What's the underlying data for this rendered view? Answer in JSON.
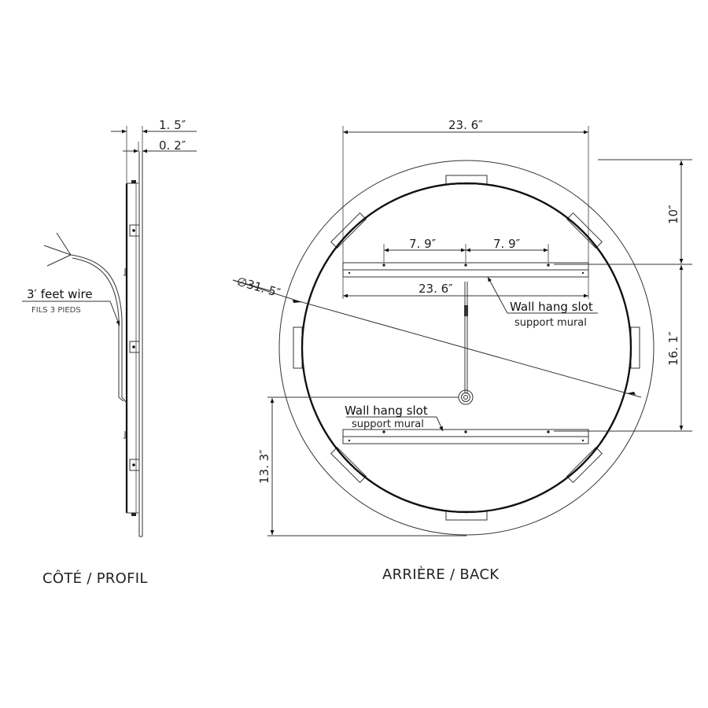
{
  "profile_view": {
    "caption": "CÔTÉ / PROFIL",
    "dim_depth_total": "1. 5″",
    "dim_glass": "0. 2″",
    "wire_label": "3′ feet wire",
    "wire_label_fr": "FILS 3 PIEDS"
  },
  "back_view": {
    "caption": "ARRIÈRE / BACK",
    "dim_overall_width": "23. 6″",
    "dim_diameter": "∅31. 5″",
    "dim_hole_spacing_left": "7. 9″",
    "dim_hole_spacing_right": "7. 9″",
    "dim_bracket_length": "23. 6″",
    "dim_top_to_bracket": "10″",
    "dim_bracket_to_bracket": "16. 1″",
    "dim_bottom_to_bracket": "13. 3″",
    "upper_slot_label": "Wall hang slot",
    "upper_slot_label_fr": "support mural",
    "lower_slot_label": "Wall hang slot",
    "lower_slot_label_fr": "support mural"
  },
  "colors": {
    "line": "#333333",
    "background": "#ffffff"
  }
}
